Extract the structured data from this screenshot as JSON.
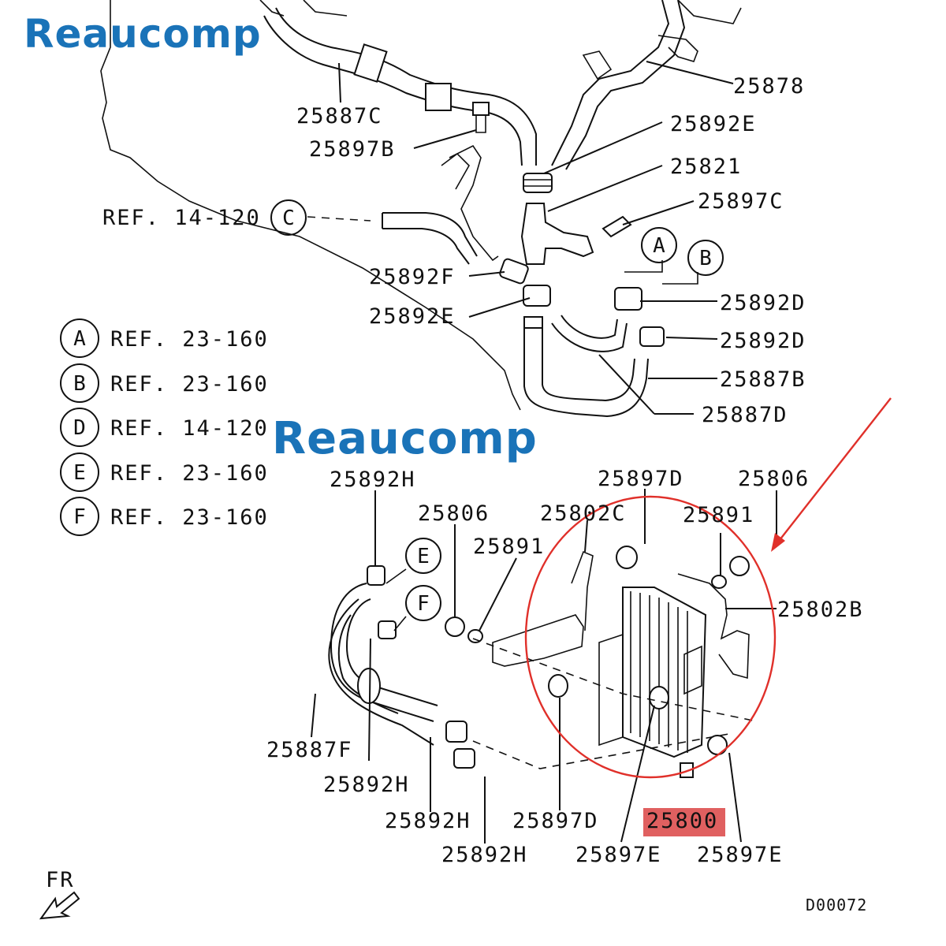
{
  "watermarks": [
    "Reaucomp",
    "Reaucomp"
  ],
  "part_labels": {
    "p25878": "25878",
    "p25887C": "25887C",
    "p25897B": "25897B",
    "p25892E_top": "25892E",
    "p25821": "25821",
    "p25897C": "25897C",
    "p25892F": "25892F",
    "p25892E_mid": "25892E",
    "p25892D_1": "25892D",
    "p25892D_2": "25892D",
    "p25887B": "25887B",
    "p25887D": "25887D",
    "p25892H_top": "25892H",
    "p25806_left": "25806",
    "p25802C": "25802C",
    "p25897D_top": "25897D",
    "p25806_right": "25806",
    "p25891_right": "25891",
    "p25891_left": "25891",
    "p25802B": "25802B",
    "p25887F": "25887F",
    "p25892H_mid": "25892H",
    "p25892H_low": "25892H",
    "p25897D_bottom": "25897D",
    "p25800": "25800",
    "p25892H_bottom": "25892H",
    "p25897E_left": "25897E",
    "p25897E_right": "25897E"
  },
  "ref_c": {
    "text": "REF. 14-120",
    "circle": "C"
  },
  "ref_callouts": {
    "A": "A",
    "B": "B",
    "E": "E",
    "F": "F"
  },
  "legend": [
    {
      "circle": "A",
      "text": "REF. 23-160"
    },
    {
      "circle": "B",
      "text": "REF. 23-160"
    },
    {
      "circle": "D",
      "text": "REF. 14-120"
    },
    {
      "circle": "E",
      "text": "REF. 23-160"
    },
    {
      "circle": "F",
      "text": "REF. 23-160"
    }
  ],
  "direction_label": "FR",
  "diagram_code": "D00072",
  "highlight": {
    "part": "25800",
    "color": "#e06060",
    "circle_color": "#e0302a",
    "arrow_color": "#e0302a"
  },
  "watermark_color": "#1a73b8"
}
